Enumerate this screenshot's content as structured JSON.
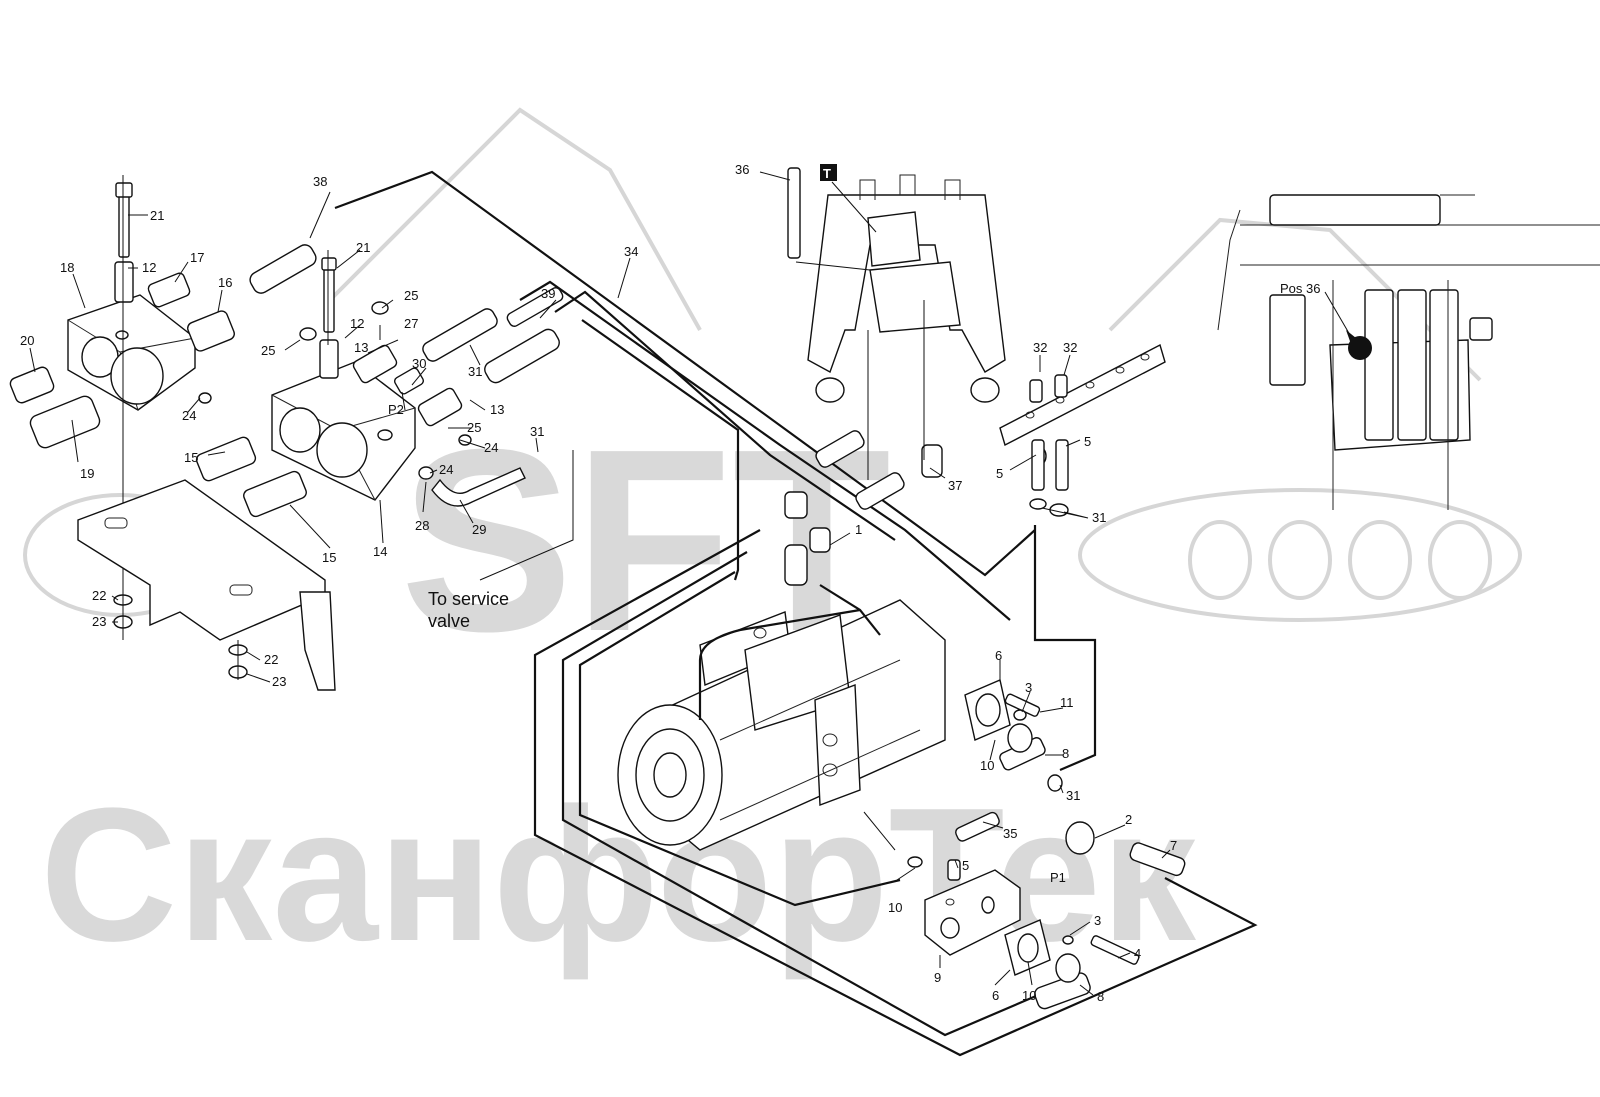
{
  "watermark": {
    "logo_text": "SFT",
    "brand_text": "СканфорТек"
  },
  "callouts": {
    "p1": "1",
    "p2": "2",
    "p3a": "3",
    "p3b": "3",
    "p4": "4",
    "p5a": "5",
    "p5b": "5",
    "p5c": "5",
    "p6a": "6",
    "p6b": "6",
    "p7": "7",
    "p8a": "8",
    "p8b": "8",
    "p9": "9",
    "p10a": "10",
    "p10b": "10",
    "p10c": "10",
    "p11": "11",
    "p12a": "12",
    "p12b": "12",
    "p13a": "13",
    "p13b": "13",
    "p14": "14",
    "p15a": "15",
    "p15b": "15",
    "p16": "16",
    "p17": "17",
    "p18": "18",
    "p19": "19",
    "p20": "20",
    "p21a": "21",
    "p21b": "21",
    "p22a": "22",
    "p22b": "22",
    "p23a": "23",
    "p23b": "23",
    "p24a": "24",
    "p24b": "24",
    "p24c": "24",
    "p25a": "25",
    "p25b": "25",
    "p25c": "25",
    "p27": "27",
    "p28": "28",
    "p29": "29",
    "p30": "30",
    "p31a": "31",
    "p31b": "31",
    "p31c": "31",
    "p31d": "31",
    "p32a": "32",
    "p32b": "32",
    "p34": "34",
    "p35": "35",
    "p36": "36",
    "p37": "37",
    "p38": "38",
    "p39": "39"
  },
  "port_labels": {
    "pressure1": "P1",
    "pressure2": "P2"
  },
  "badge": {
    "label": "T"
  },
  "inset": {
    "label": "Pos 36"
  },
  "service_note": {
    "line1": "To service",
    "line2": "valve"
  }
}
